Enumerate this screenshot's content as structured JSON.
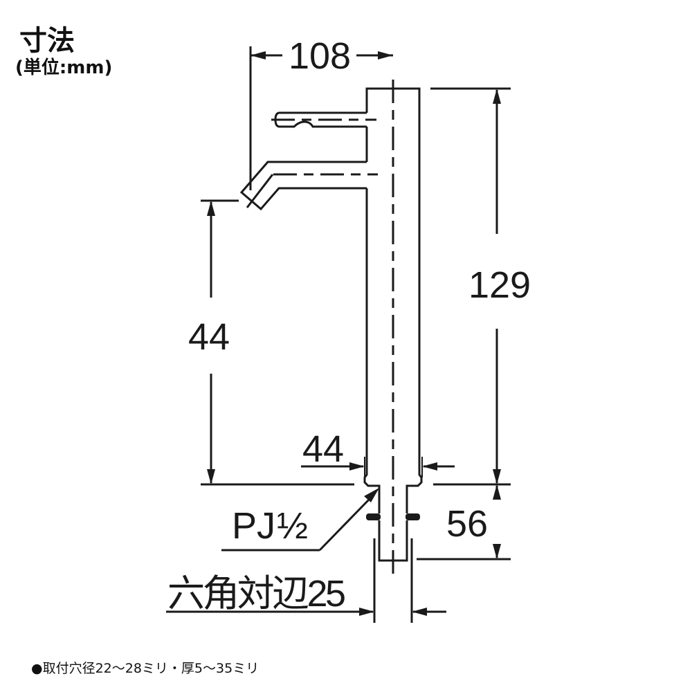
{
  "title": "寸法",
  "unit_label": "(単位:mm)",
  "dimensions": {
    "spout_reach": "108",
    "total_height": "129",
    "spout_height": "44",
    "body_diameter": "44",
    "thread": "PJ",
    "thread_fraction": "½",
    "hex_across_flats": "六角対辺25",
    "shank_length": "56"
  },
  "footnote": "●取付穴径22～28ミリ・厚5～35ミリ",
  "colors": {
    "line": "#1a1a1a",
    "background": "#ffffff"
  }
}
